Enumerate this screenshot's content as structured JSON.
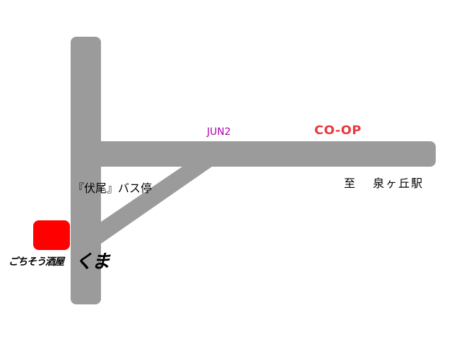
{
  "colors": {
    "road": "#9b9b9b",
    "background": "#ffffff",
    "jun2": "#b000b0",
    "coop": "#e8383d",
    "shop_marker": "#ff0000",
    "text": "#000000"
  },
  "landmarks": {
    "jun2": "JUN2",
    "coop": "CO-OP",
    "bus_stop": "『伏尾』バス停",
    "station_prefix": "至",
    "station_name": "泉ヶ丘駅"
  },
  "shop": {
    "tagline": "ごちそう酒屋",
    "name": "くま"
  }
}
